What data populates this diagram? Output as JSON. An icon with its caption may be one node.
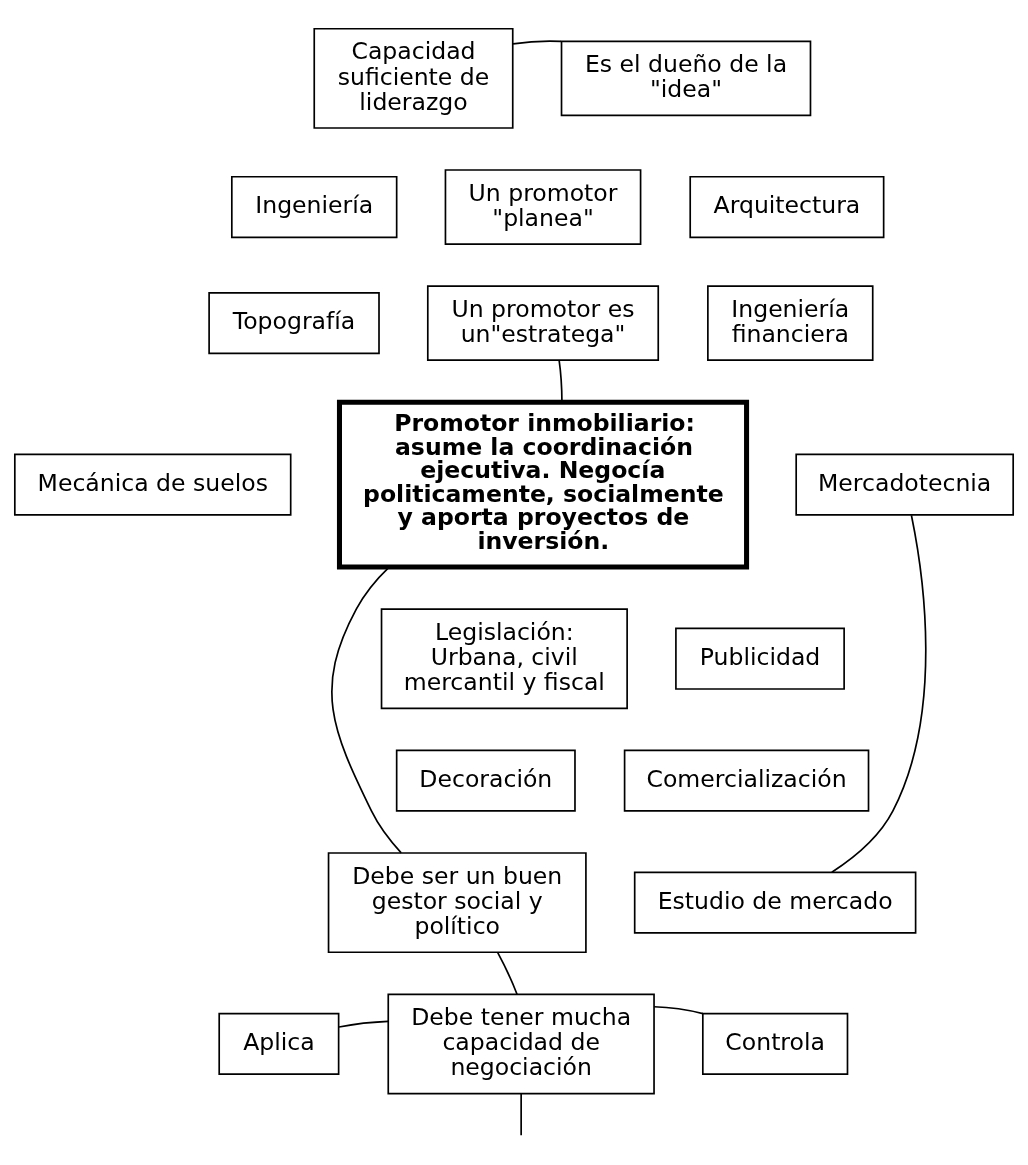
{
  "diagram": {
    "nodes": [
      {
        "text": [
          "Capacidad suficiente de liderazgo"
        ]
      },
      {
        "text": [
          "Es el dueño de la \"idea\""
        ]
      },
      {
        "text": [
          "Ingeniería"
        ]
      },
      {
        "text": [
          "Un promotor \"planea\""
        ]
      },
      {
        "text": [
          "Arquitectura"
        ]
      },
      {
        "text": [
          "Topografía"
        ]
      },
      {
        "text": [
          "Un promotor es un\"estratega\""
        ]
      },
      {
        "text": [
          "Ingeniería financiera"
        ]
      },
      {
        "text": [
          "Mecánica de suelos"
        ]
      },
      {
        "text": [
          "Promotor inmobiliario: asume la coordinación ejecutiva. Negocía politicamente, socialmente y aporta proyectos de inversión."
        ]
      },
      {
        "text": [
          "Mercadotecnia"
        ]
      },
      {
        "text": [
          "Legislación: Urbana, civil mercantil y fiscal"
        ]
      },
      {
        "text": [
          "Publicidad"
        ]
      },
      {
        "text": [
          "Decoración"
        ]
      },
      {
        "text": [
          "Comercialización"
        ]
      },
      {
        "text": [
          "Debe ser un buen gestor social y político"
        ]
      },
      {
        "text": [
          "Estudio de mercado"
        ]
      },
      {
        "text": [
          "Aplica"
        ]
      },
      {
        "text": [
          "Debe tener mucha capacidad de negociación"
        ]
      },
      {
        "text": [
          "Controla"
        ]
      }
    ],
    "edges": [
      {
        "from": 0,
        "to": 1,
        "arrow": "none"
      },
      {
        "from": 6,
        "to": 9,
        "arrow": "none"
      },
      {
        "from": 9,
        "to": 15,
        "arrow": "none"
      },
      {
        "from": 10,
        "to": 16,
        "arrow": "none"
      },
      {
        "from": 15,
        "to": 18,
        "arrow": "none"
      },
      {
        "from": 17,
        "to": 18,
        "arrow": "none"
      },
      {
        "from": 18,
        "to": 19,
        "arrow": "none"
      },
      {
        "from": 18,
        "to": null,
        "arrow": "none"
      }
    ]
  }
}
